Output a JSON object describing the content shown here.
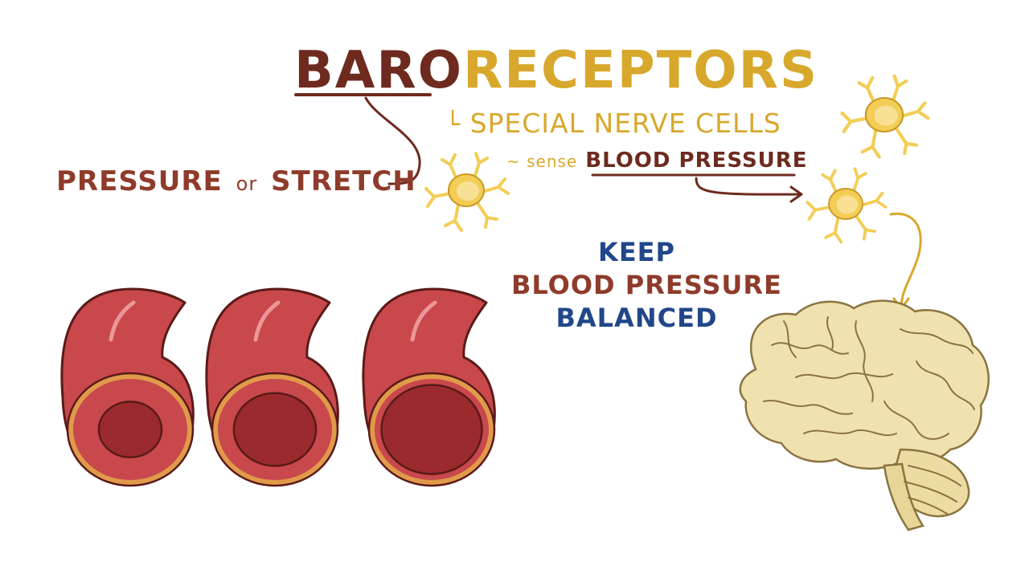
{
  "colors": {
    "maroon": "#6e2a1f",
    "gold": "#d8a82c",
    "rust": "#8f3b2b",
    "navy": "#21478a",
    "vessel_outer": "#c9484c",
    "vessel_dark": "#9b2a2c",
    "vessel_ring": "#e09a4a",
    "cell_fill": "#f3cd55",
    "cell_glow": "#f8e3a0",
    "brain_fill": "#f0e2ae",
    "brain_line": "#8a7440"
  },
  "title": {
    "part1": "BARO",
    "part2": "RECEPTORS"
  },
  "definition": {
    "hook": "└",
    "text": "SPECIAL NERVE CELLS",
    "sense_prefix": "~ sense",
    "sense_target": "BLOOD PRESSURE"
  },
  "meaning": {
    "pre": "PRESSURE",
    "mid": "or",
    "post": "STRETCH"
  },
  "goal": {
    "line1": "KEEP",
    "line2": "BLOOD PRESSURE",
    "line3": "BALANCED"
  },
  "vessels": [
    {
      "name": "narrow",
      "lumen_fraction": 0.55
    },
    {
      "name": "medium",
      "lumen_fraction": 0.72
    },
    {
      "name": "wide",
      "lumen_fraction": 0.88
    }
  ],
  "icons": [
    "nerve-cell-icon",
    "arrow-icon",
    "brain-icon",
    "blood-vessel-icon"
  ]
}
